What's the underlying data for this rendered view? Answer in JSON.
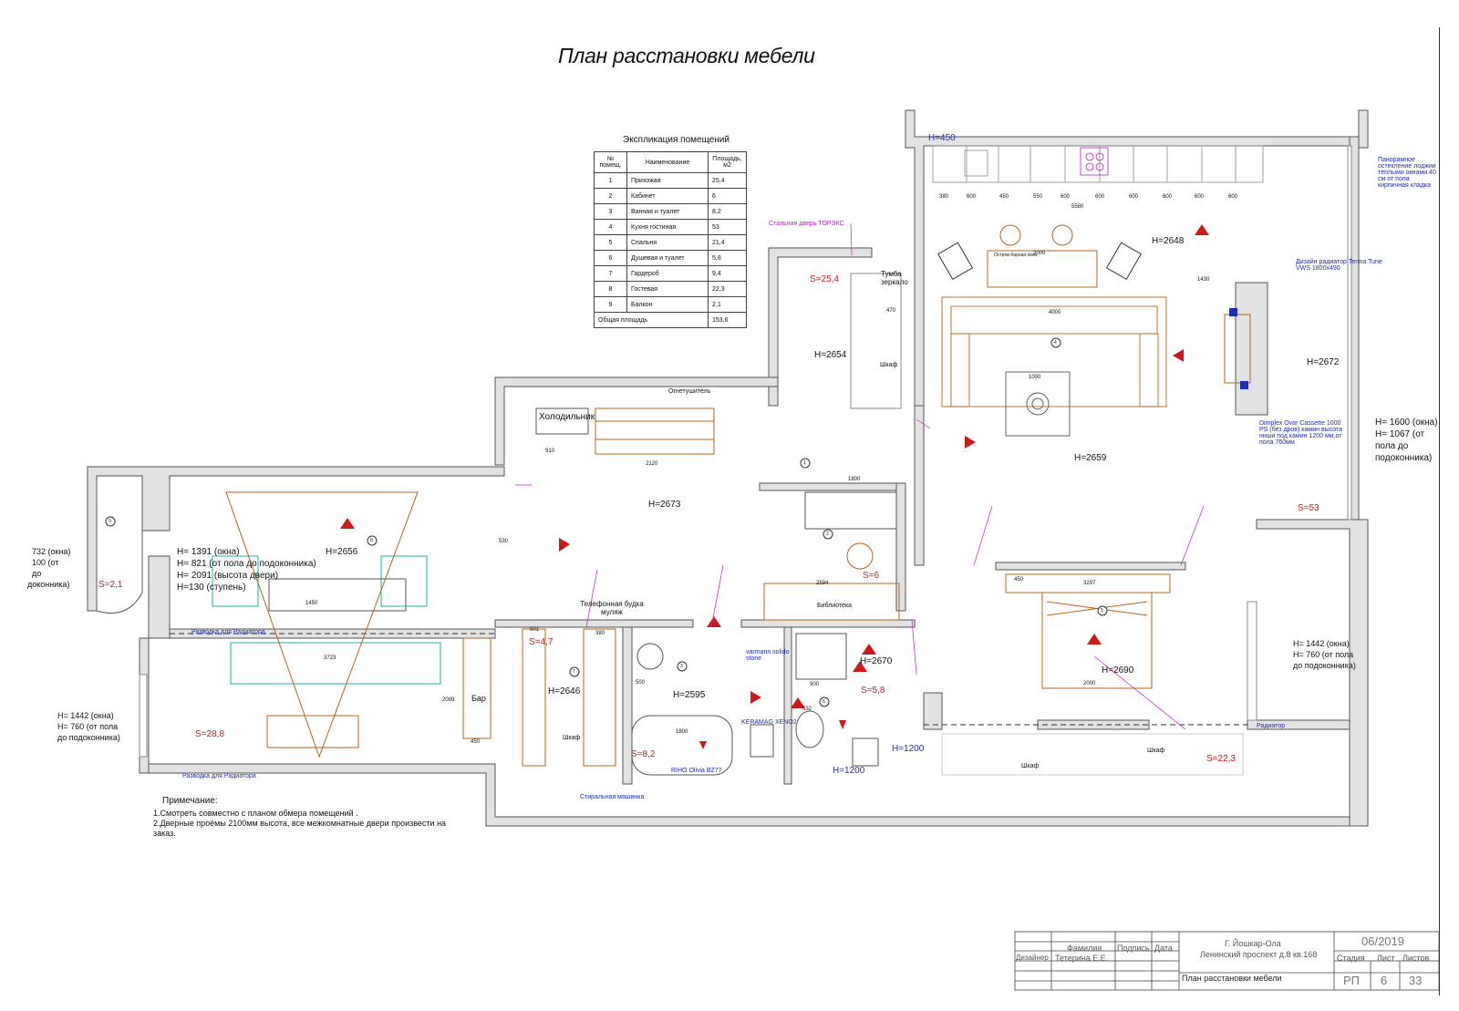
{
  "title": "План расстановки мебели",
  "explication": {
    "caption": "Экспликация помещений",
    "headers": [
      "№ помещ.",
      "Наименование",
      "Площадь, м2"
    ],
    "rows": [
      [
        "1",
        "Прихожая",
        "25,4"
      ],
      [
        "2",
        "Кабинет",
        "6"
      ],
      [
        "3",
        "Ванная и туалет",
        "8,2"
      ],
      [
        "4",
        "Кухня гостиная",
        "53"
      ],
      [
        "5",
        "Спальня",
        "21,4"
      ],
      [
        "6",
        "Душевая и туалет",
        "5,8"
      ],
      [
        "7",
        "Гардероб",
        "9,4"
      ],
      [
        "8",
        "Гостевая",
        "22,3"
      ],
      [
        "9",
        "Балкон",
        "2,1"
      ]
    ],
    "total_label": "Общая площадь",
    "total_value": "153,6"
  },
  "heights": {
    "kitchen_top": "H=450",
    "hall": "H=2654",
    "kitchen": "H=2648",
    "living_right": "H=2672",
    "living": "H=2659",
    "corridor": "H=2673",
    "guest": "H=2656",
    "wardrobe": "H=2646",
    "bath": "H=2595",
    "shower": "H=2670",
    "bedroom": "H=2690",
    "shower_bottom": "H=1200",
    "bath_bottom": "H=1200"
  },
  "areas": {
    "hall": "S=25,4",
    "living": "S=53",
    "balcony": "S=2,1",
    "guest": "S=28,8",
    "wardrobe": "S=4,7",
    "cabinet": "S=6",
    "shower": "S=5,8",
    "bath": "S=8,2",
    "bedroom": "S=22,3"
  },
  "dims": {
    "d380": "380",
    "d600a": "600",
    "d450": "450",
    "d550": "550",
    "d600b": "600",
    "d600c": "600",
    "d600d": "600",
    "d600e": "600",
    "d600f": "600",
    "d600g": "600",
    "d5580": "5580",
    "d2000": "2000",
    "d4000": "4000",
    "d1430": "1430",
    "d1000": "1000",
    "d2120": "2120",
    "d910": "910",
    "d1800": "1800",
    "d2594": "2594",
    "d3723": "3723",
    "d1450": "1450",
    "d530": "530",
    "d3297": "3297",
    "d2000b": "2000",
    "d450b": "450",
    "d2099": "2099",
    "d470": "470",
    "d380b": "380",
    "d500": "500",
    "d1800b": "1800",
    "d900": "900",
    "d532": "532",
    "d501": "501",
    "d450c": "450"
  },
  "labels": {
    "tumba": "Тумба зеркало",
    "shkaf1": "Шкаф",
    "fridge": "Холодильник",
    "extinguisher": "Огнетушитель",
    "steel_door": "Стальная дверь ТОРЭКС",
    "radiator_design": "Дизайн радиатор Terma Tune VWS 1800x490",
    "panorama": "Панорамное остекление лоджии тёплыми окнами 40 см от пола кирпичная кладка",
    "dimplex": "Dimplex Ovar Cassette 1000 PS (без дров) камин высота ниши под камин 1200 мм,от пола 760мм",
    "window_right_1": "H= 1600 (окна)",
    "window_right_2": "H= 1067 (от",
    "window_right_3": "пола до",
    "window_right_4": "подоконника)",
    "window_left_1": "H= 1391 (окна)",
    "window_left_2": "H= 821 (от пола до подоконника)",
    "window_left_3": "H= 2091 (высота двери)",
    "window_left_4": "H=130 (ступень)",
    "window_edge_1": "732 (окна)",
    "window_edge_2": "100 (от",
    "window_edge_3": "до",
    "window_edge_4": "доконника)",
    "window_bl_1": "H= 1442 (окна)",
    "window_bl_2": "H= 760 (от пола",
    "window_bl_3": "до подоконника)",
    "window_br_1": "H= 1442 (окна)",
    "window_br_2": "H= 760 (от пола",
    "window_br_3": "до подоконника)",
    "radiator_route_1": "Разводка для Радиатора",
    "radiator_route_2": "Разводка для Радиатора",
    "bar": "Бар",
    "phone_booth": "Телефонная будка муляж",
    "library": "Библиотека",
    "varmann": "varmann solido stone",
    "keramag": "KERAMAG XENO2",
    "riho": "RIHO Olivia BZ77",
    "shkaf_ward": "Шкаф",
    "washing": "Стиральная машинка",
    "shkaf_bed1": "Шкаф",
    "shkaf_bed2": "Шкаф",
    "radiator": "Радиатор",
    "island": "Остров-барная зона"
  },
  "room_numbers": [
    "1",
    "2",
    "3",
    "4",
    "5",
    "6",
    "7",
    "8",
    "9"
  ],
  "notes": {
    "title": "Примечание:",
    "n1": "1.Смотреть совместно с планом обмера помещений .",
    "n2": "2.Дверные проёмы 2100мм высота, все межкомнатные двери произвести на",
    "n3": "заказ."
  },
  "titleblock": {
    "surname_h": "Фамилия",
    "sign_h": "Подпись",
    "date_h": "Дата",
    "role": "Дизайнер",
    "name": "Тетерина Е.Е.",
    "city": "Г. Йошкар-Ола",
    "address": "Ленинский проспект д.8 кв.168",
    "date": "06/2019",
    "stage_h": "Стадия",
    "sheet_h": "Лист",
    "sheets_h": "Листов",
    "sheet_name": "План расстановки мебели",
    "stage": "РП",
    "sheet": "6",
    "sheets": "33"
  },
  "colors": {
    "wall": "#e2e2e2",
    "wall_stroke": "#555555",
    "furniture": "#b5651d",
    "red": "#c62020",
    "blue": "#1d2db8",
    "magenta": "#c21cc7",
    "teal": "#20b2aa"
  }
}
